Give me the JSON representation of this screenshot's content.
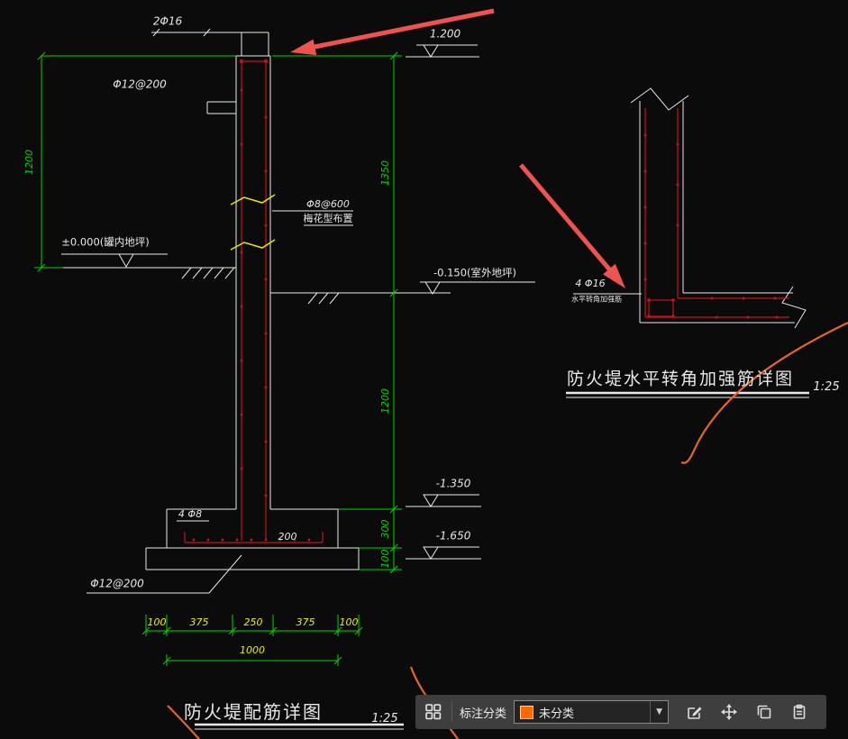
{
  "colors": {
    "background": "#0b0b0b",
    "line_white": "#e8e8e8",
    "dim_green": "#00d400",
    "text_yellow": "#efef00",
    "rebar_red": "#c41616",
    "arrow_red": "#ef5350",
    "sketch_orange": "#e0662e",
    "toolbar_bg": "#3e3e3e",
    "swatch_orange": "#ff6a00"
  },
  "left_detail": {
    "top_bars_label": "2Φ16",
    "wall_rebar_label": "Φ12@200",
    "tie_label": "Φ8@600",
    "tie_note": "梅花型布置",
    "level_inner": "±0.000(罐内地坪)",
    "level_top": "1.200",
    "level_outer": "-0.150(室外地坪)",
    "level_footing_top": "-1.350",
    "level_base_bottom": "-1.650",
    "footing_bars_label": "4 Φ8",
    "footing_dim": "200",
    "base_rebar_label": "Φ12@200",
    "dim_left_height": "1200",
    "dim_right_upper": "1350",
    "dim_right_lower": "1200",
    "dim_footing_height": "300",
    "dim_base_height": "100",
    "dims_bottom": [
      "100",
      "375",
      "250",
      "375",
      "100"
    ],
    "dim_total_width": "1000",
    "title": "防火堤配筋详图",
    "scale": "1:25"
  },
  "right_detail": {
    "corner_bars_label": "4 Φ16",
    "corner_note": "水平转角加强筋",
    "title": "防火堤水平转角加强筋详图",
    "scale": "1:25"
  },
  "toolbar": {
    "category_label": "标注分类",
    "category_value": "未分类",
    "icons": [
      "grid-icon",
      "chevron-down-icon",
      "edit-icon",
      "move-icon",
      "copy-icon",
      "paste-icon"
    ]
  }
}
